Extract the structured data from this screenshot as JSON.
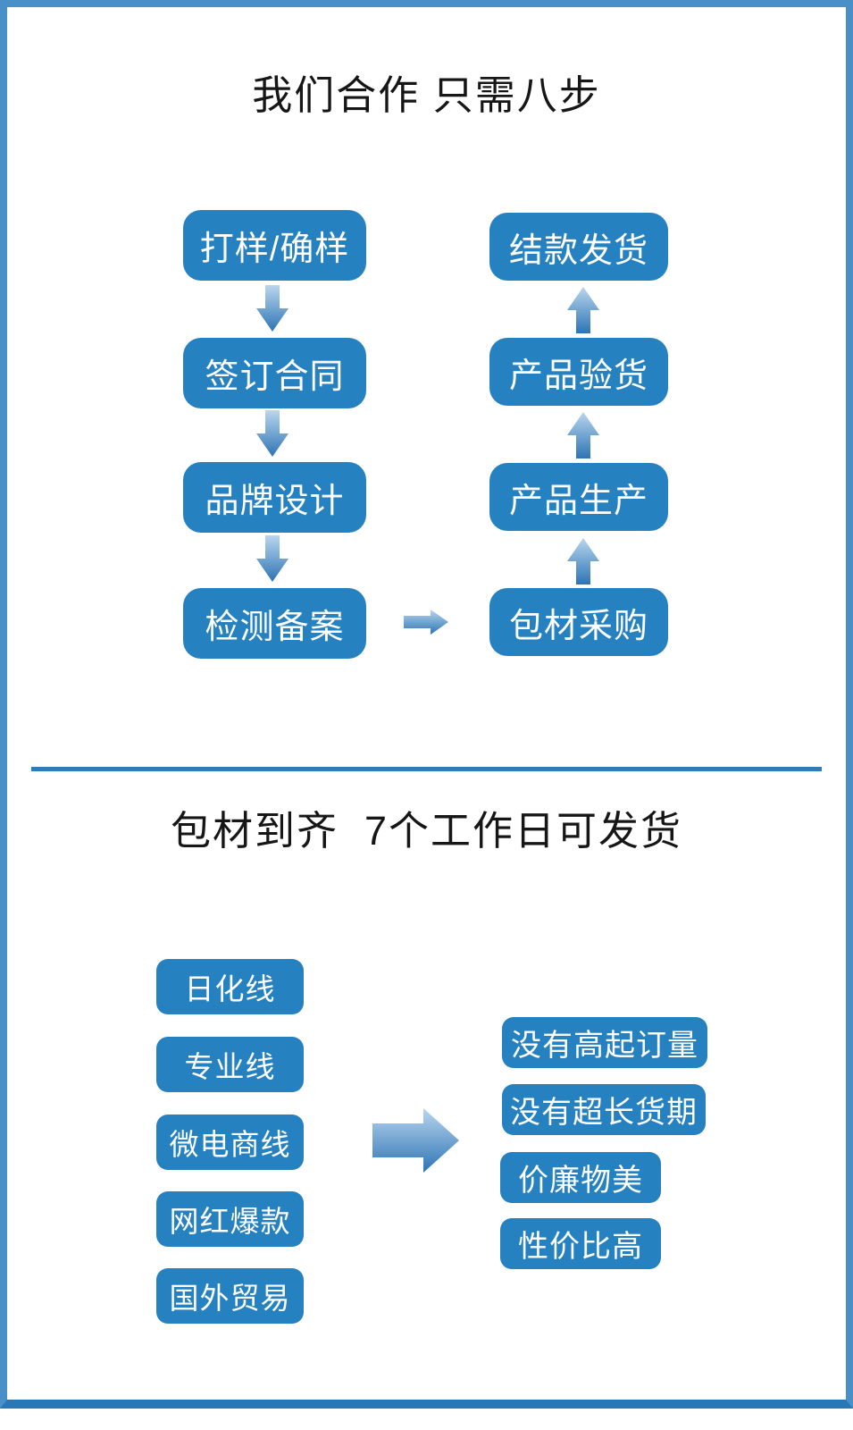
{
  "page": {
    "kind": "promo-flowchart-infographic",
    "colors": {
      "box_blue": "#2581c0",
      "frame_blue": "#4a90c8",
      "divider_blue": "#2e7cb8",
      "underline_blue": "#4a90c8",
      "arrow_gradient_light": "#b9d6ee",
      "arrow_gradient_dark": "#2d74b4",
      "title_text": "#161616",
      "box_text": "#ffffff"
    }
  },
  "section_cooperation": {
    "title": "我们合作 只需八步",
    "left_steps": [
      "打样/确样",
      "签订合同",
      "品牌设计",
      "检测备案"
    ],
    "right_steps": [
      "结款发货",
      "产品验货",
      "产品生产",
      "包材采购"
    ]
  },
  "section_delivery": {
    "title": "包材到齐  7个工作日可发货",
    "product_lines": [
      "日化线",
      "专业线",
      "微电商线",
      "网红爆款",
      "国外贸易"
    ],
    "benefits": [
      "没有高起订量",
      "没有超长货期",
      "价廉物美",
      "性价比高"
    ]
  }
}
